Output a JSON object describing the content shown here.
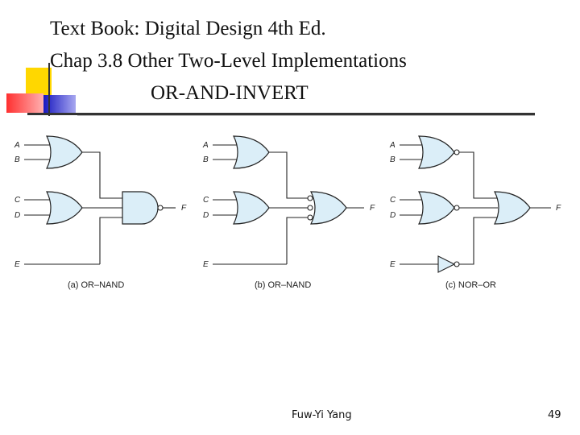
{
  "title": {
    "line1": "Text Book: Digital Design 4th Ed.",
    "line2": "Chap 3.8 Other Two-Level Implementations",
    "line3": "OR-AND-INVERT"
  },
  "colors": {
    "gate_fill": "#dbeef8",
    "deco_yellow": "#ffd700",
    "deco_red": "#ff4040",
    "deco_blue": "#2020c8"
  },
  "diagrams": [
    {
      "caption": "(a) OR–NAND",
      "inputs": [
        "A",
        "B",
        "C",
        "D",
        "E"
      ],
      "output": "F"
    },
    {
      "caption": "(b) OR–NAND",
      "inputs": [
        "A",
        "B",
        "C",
        "D",
        "E"
      ],
      "output": "F"
    },
    {
      "caption": "(c) NOR–OR",
      "inputs": [
        "A",
        "B",
        "C",
        "D",
        "E"
      ],
      "output": "F"
    }
  ],
  "footer": {
    "author": "Fuw-Yi Yang",
    "page": "49"
  }
}
